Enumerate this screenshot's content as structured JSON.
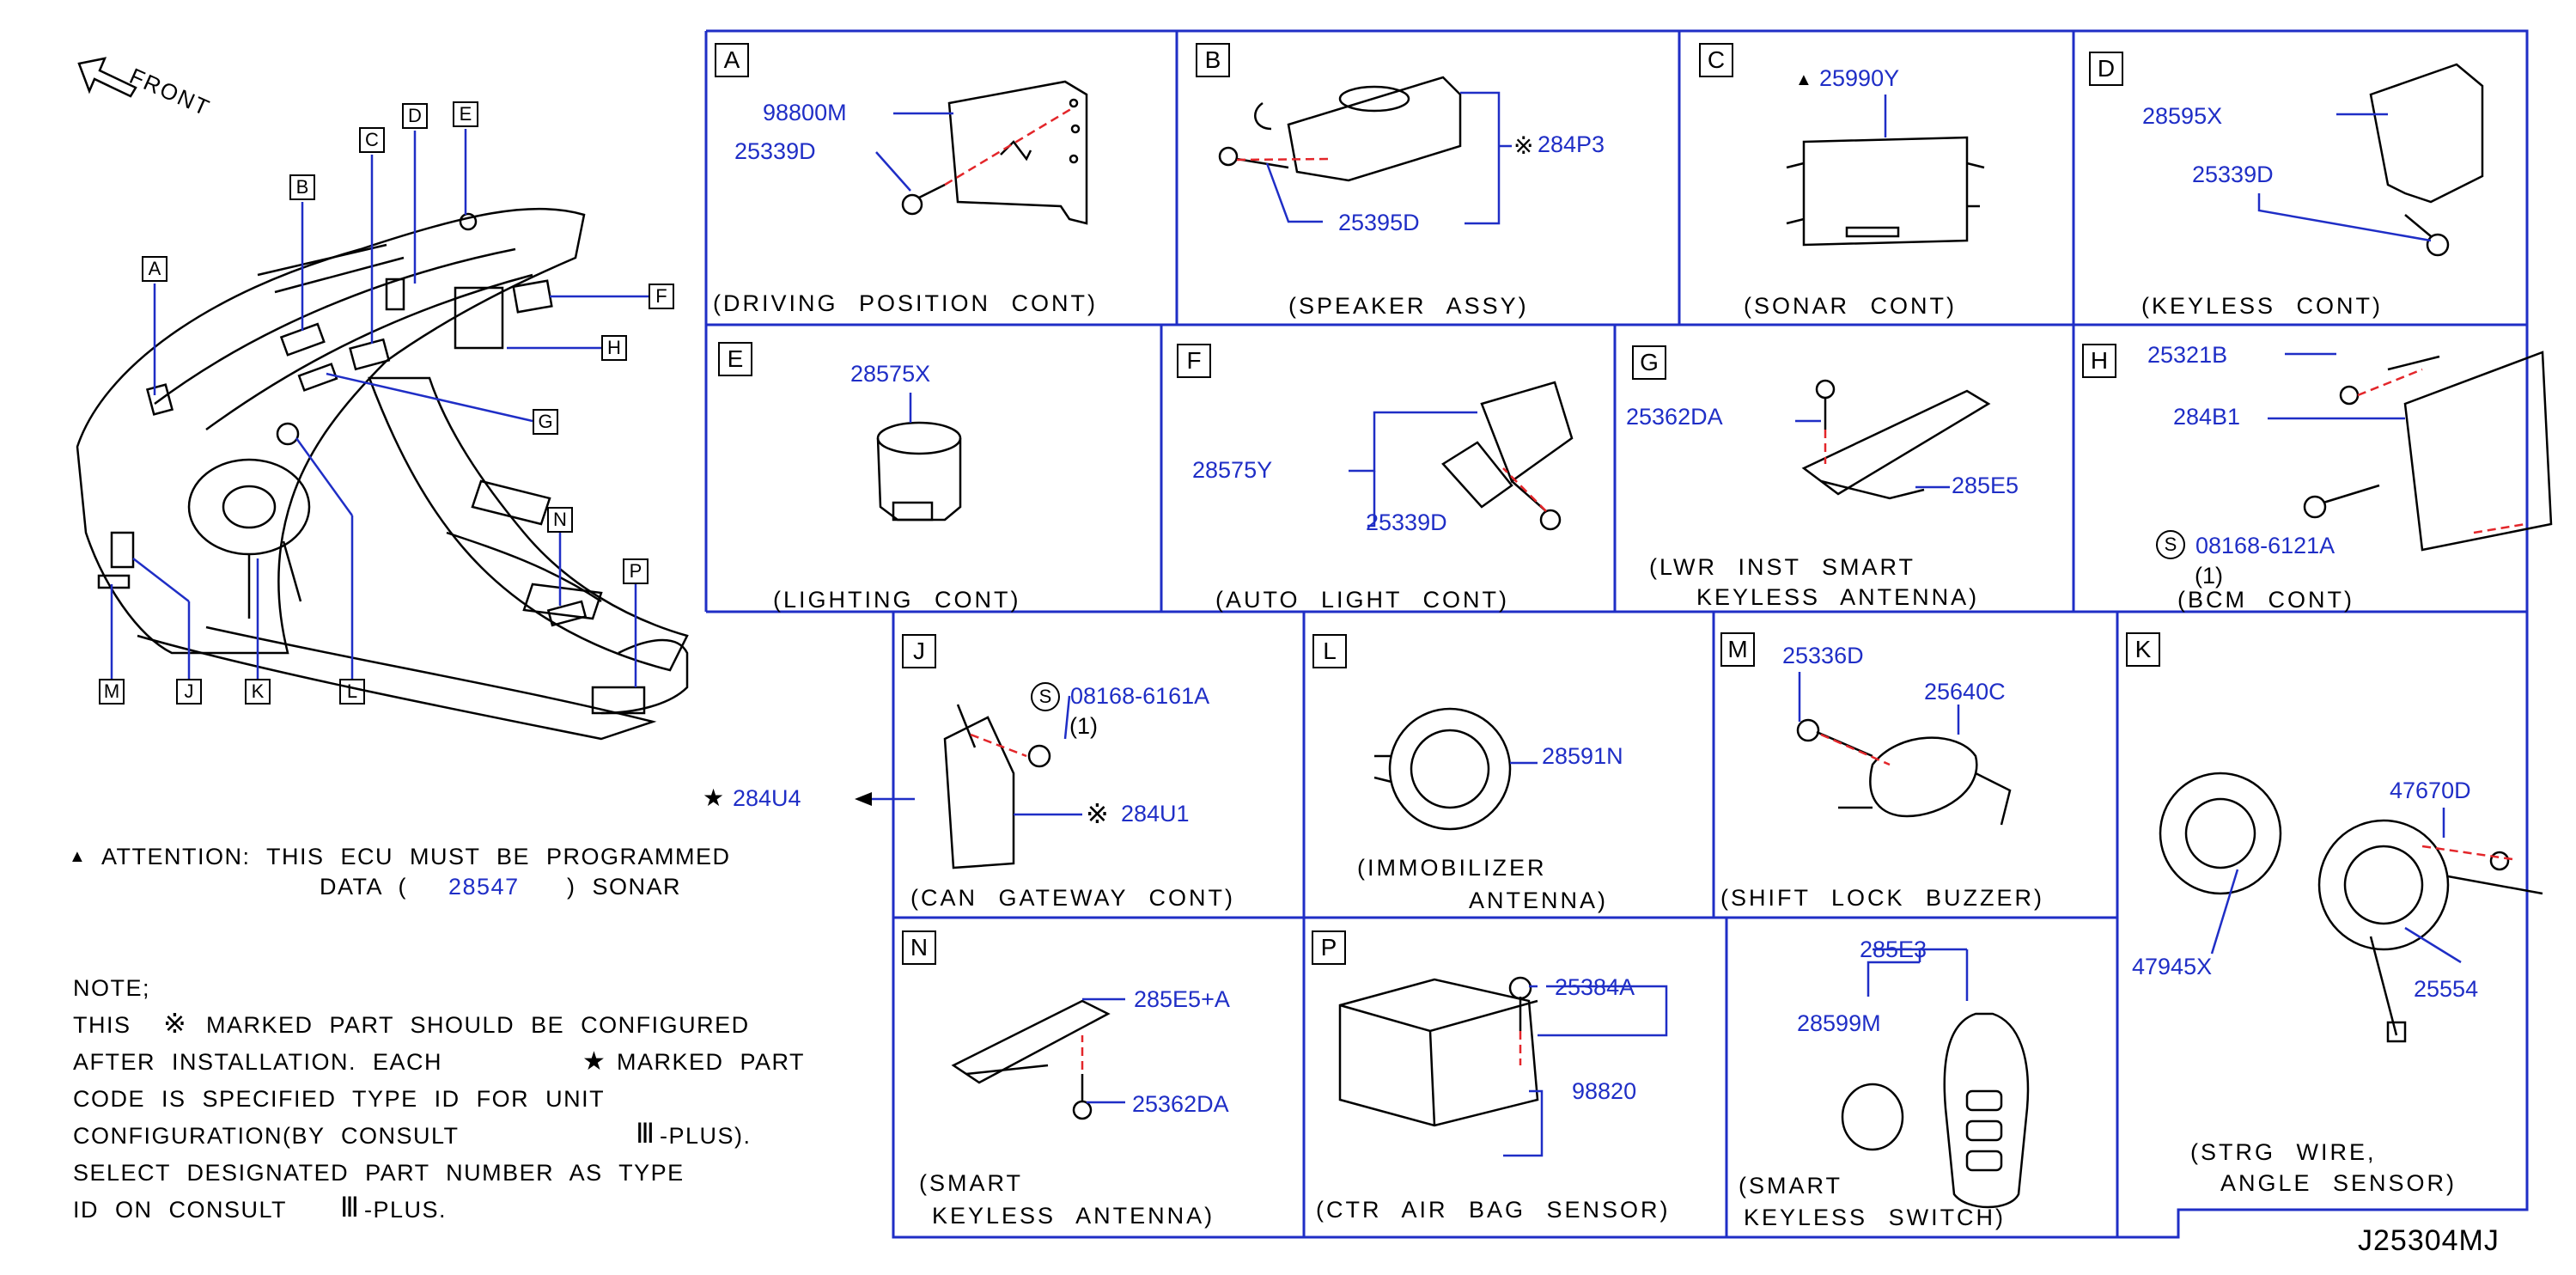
{
  "front_label": "FRONT",
  "drawing_code": "J25304MJ",
  "overview_labels": [
    "A",
    "B",
    "C",
    "D",
    "E",
    "F",
    "G",
    "H",
    "N",
    "P",
    "M",
    "J",
    "K",
    "L"
  ],
  "attention": {
    "text": "ATTENTION: THIS ECU MUST BE PROGRAMMED",
    "data_prefix": "DATA (",
    "data_value": "28547",
    "data_suffix": ") SONAR"
  },
  "star_part": "284U4",
  "note": {
    "title": "NOTE;",
    "line1_a": "THIS",
    "line1_b": "MARKED PART SHOULD BE CONFIGURED",
    "line2_a": "AFTER INSTALLATION. EACH",
    "line2_b": "MARKED PART",
    "line3": "CODE IS SPECIFIED     TYPE ID FOR UNIT",
    "line4_a": "CONFIGURATION(BY CONSULT",
    "line4_b": "-PLUS).",
    "line5": "SELECT DESIGNATED PART NUMBER AS TYPE",
    "line6_a": "ID ON CONSULT",
    "line6_b": "-PLUS."
  },
  "panels": {
    "A": {
      "letter": "A",
      "caption": "(DRIVING POSITION CONT)",
      "parts": [
        "98800M",
        "25339D"
      ]
    },
    "B": {
      "letter": "B",
      "caption": "(SPEAKER ASSY)",
      "parts": [
        "284P3",
        "25395D"
      ]
    },
    "C": {
      "letter": "C",
      "caption": "(SONAR CONT)",
      "parts": [
        "25990Y"
      ]
    },
    "D": {
      "letter": "D",
      "caption": "(KEYLESS CONT)",
      "parts": [
        "28595X",
        "25339D"
      ]
    },
    "E": {
      "letter": "E",
      "caption": "(LIGHTING CONT)",
      "parts": [
        "28575X"
      ]
    },
    "F": {
      "letter": "F",
      "caption": "(AUTO LIGHT CONT)",
      "parts": [
        "28575Y",
        "25339D"
      ]
    },
    "G": {
      "letter": "G",
      "caption1": "(LWR INST SMART",
      "caption2": "KEYLESS ANTENNA)",
      "parts": [
        "25362DA",
        "285E5"
      ]
    },
    "H": {
      "letter": "H",
      "caption": "(BCM CONT)",
      "parts": [
        "25321B",
        "284B1",
        "08168-6121A",
        "(1)"
      ]
    },
    "J": {
      "letter": "J",
      "caption": "(CAN GATEWAY CONT)",
      "parts": [
        "08168-6161A",
        "(1)",
        "284U1"
      ]
    },
    "L": {
      "letter": "L",
      "caption1": "(IMMOBILIZER",
      "caption2": "ANTENNA)",
      "parts": [
        "28591N"
      ]
    },
    "M": {
      "letter": "M",
      "caption": "(SHIFT LOCK BUZZER)",
      "parts": [
        "25336D",
        "25640C"
      ]
    },
    "K": {
      "letter": "K",
      "caption1": "(STRG WIRE,",
      "caption2": "ANGLE SENSOR)",
      "parts": [
        "47670D",
        "47945X",
        "25554"
      ]
    },
    "N": {
      "letter": "N",
      "caption1": "(SMART",
      "caption2": "KEYLESS ANTENNA)",
      "parts": [
        "285E5+A",
        "25362DA"
      ]
    },
    "P": {
      "letter": "P",
      "caption": "(CTR AIR BAG SENSOR)",
      "parts": [
        "25384A",
        "98820"
      ]
    },
    "Q": {
      "caption1": "(SMART",
      "caption2": "KEYLESS SWITCH)",
      "parts": [
        "285E3",
        "28599M"
      ]
    }
  },
  "colors": {
    "line": "#1f2ec6",
    "part_number": "#1f2ec6",
    "drawing": "#000000"
  }
}
